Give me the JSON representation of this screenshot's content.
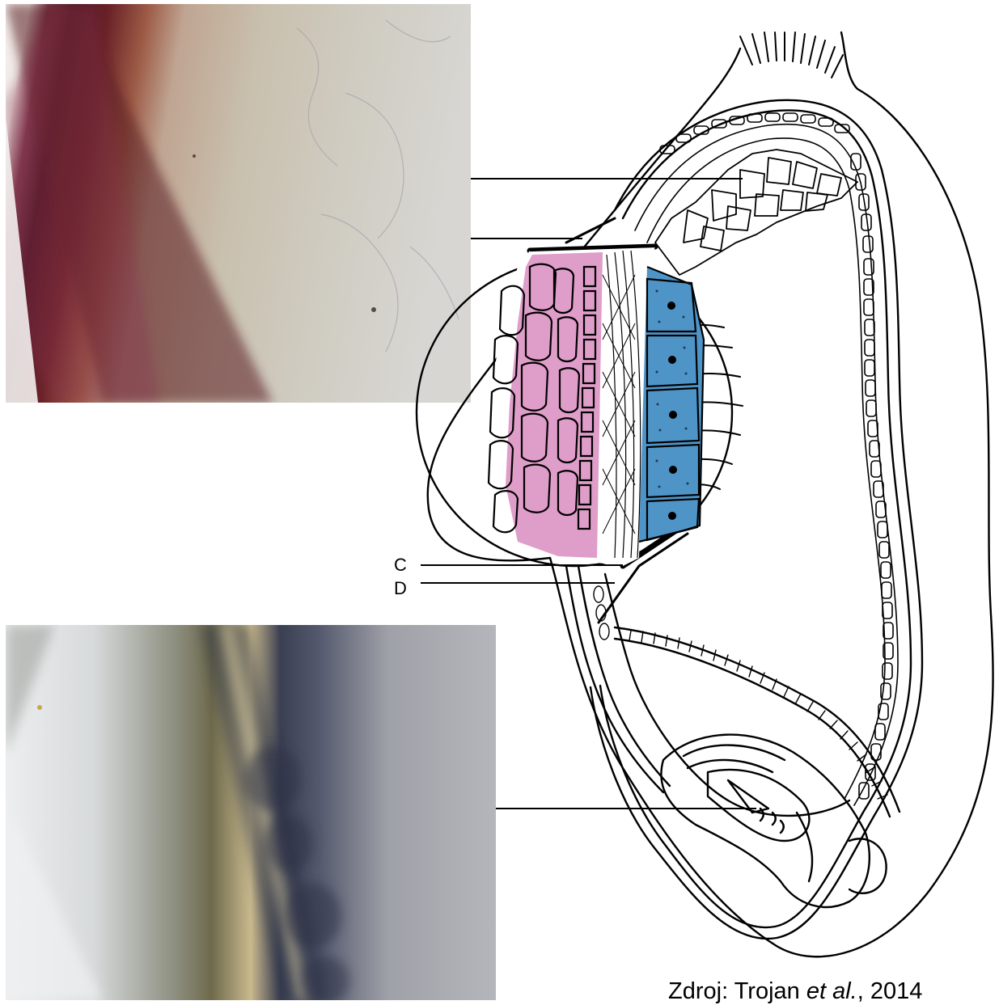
{
  "labels": {
    "c": "C",
    "d": "D"
  },
  "credit": {
    "prefix": "Zdroj: Trojan ",
    "italic": "et al.",
    "suffix": ", 2014"
  },
  "colors": {
    "pericarp_stain": "#d98cc0",
    "aleurone_stain": "#4f94c7",
    "micro_top_dark": "#5a1a24",
    "micro_bottom_blue": "#2e3347"
  }
}
